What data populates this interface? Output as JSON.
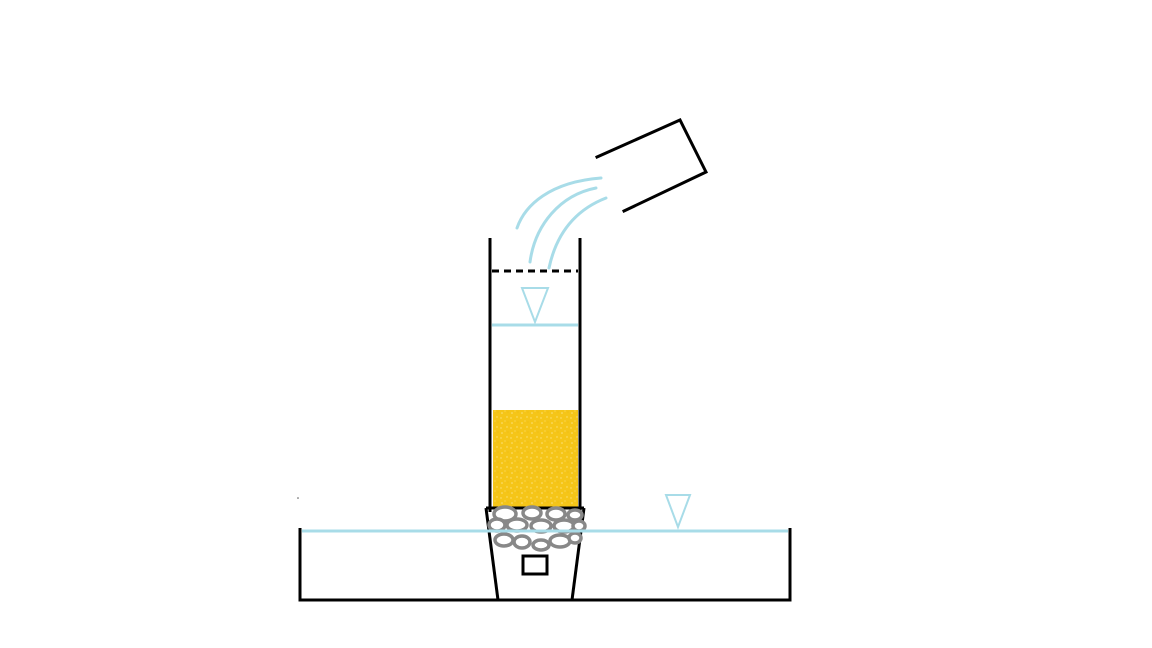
{
  "diagram": {
    "colors": {
      "outline": "#000000",
      "water": "#a8dce8",
      "sand": "#f5c518",
      "sand_speckle": "#fbe27a",
      "gravel": "#888888",
      "background": "#ffffff"
    },
    "components": [
      "tilted-pouring-container",
      "pouring-water-stream",
      "filter-column",
      "initial-water-level-dashed",
      "column-water-level",
      "sand-layer",
      "gravel-layer",
      "outlet-funnel",
      "outer-tank",
      "tank-water-level"
    ],
    "icons": [
      "water-level-triangle-icon"
    ]
  }
}
